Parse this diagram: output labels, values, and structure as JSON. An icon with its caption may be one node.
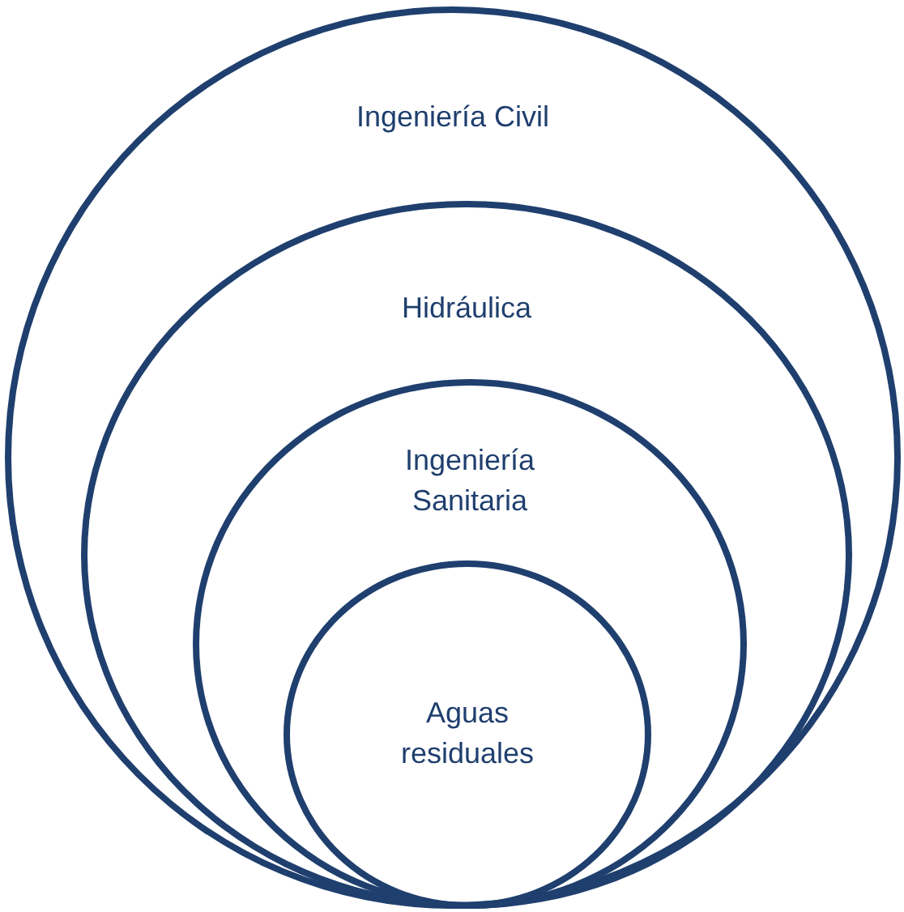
{
  "diagram": {
    "nodes": [
      {
        "text": [
          "Ingeniería Civil"
        ]
      },
      {
        "text": [
          "Hidráulica"
        ],
        "in": 0
      },
      {
        "text": [
          "Ingeniería Sanitaria"
        ],
        "in": 1
      },
      {
        "text": [
          "Aguas residuales"
        ],
        "in": 2
      }
    ]
  }
}
